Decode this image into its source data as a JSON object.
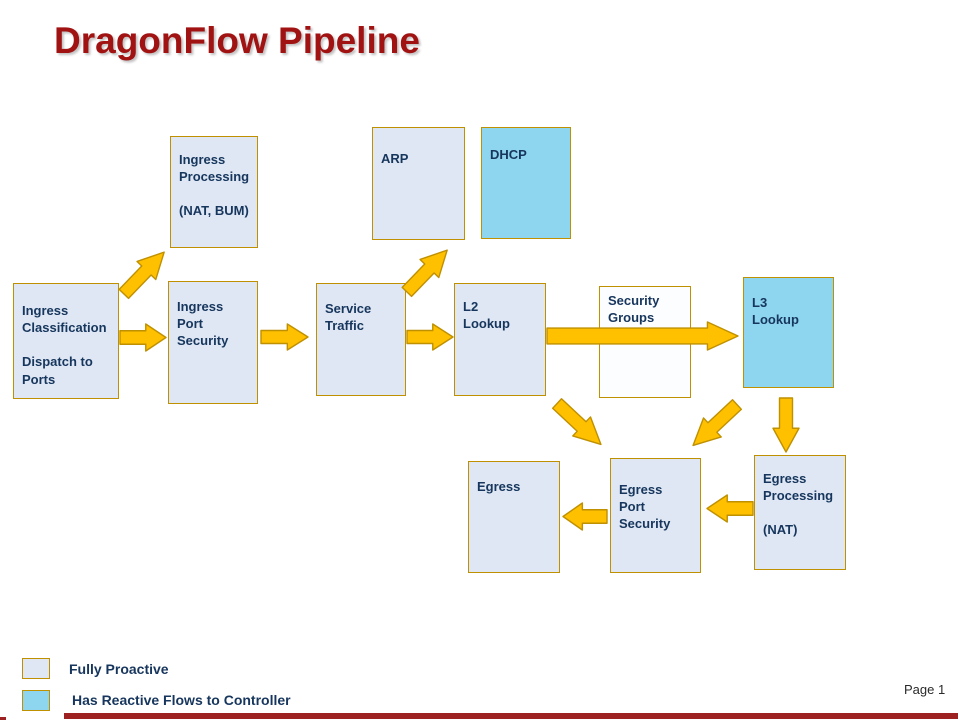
{
  "slide": {
    "title": "DragonFlow Pipeline",
    "page_label": "Page 1"
  },
  "nodes": {
    "ingress_processing": {
      "label": "Ingress\nProcessing\n\n(NAT, BUM)",
      "type": "proactive"
    },
    "arp": {
      "label": "ARP",
      "type": "proactive"
    },
    "dhcp": {
      "label": "DHCP",
      "type": "reactive"
    },
    "ingress_classification": {
      "label": "Ingress\nClassification\n\nDispatch  to\nPorts",
      "type": "proactive"
    },
    "ingress_port_security": {
      "label": "Ingress\nPort\nSecurity",
      "type": "proactive"
    },
    "service_traffic": {
      "label": "Service\nTraffic",
      "type": "proactive"
    },
    "l2_lookup": {
      "label": "L2\nLookup",
      "type": "proactive"
    },
    "security_groups": {
      "label": "Security\nGroups",
      "type": "proactive"
    },
    "l3_lookup": {
      "label": "L3\nLookup",
      "type": "reactive"
    },
    "egress": {
      "label": "Egress",
      "type": "proactive"
    },
    "egress_port_security": {
      "label": "Egress\nPort\nSecurity",
      "type": "proactive"
    },
    "egress_processing": {
      "label": "Egress\nProcessing\n\n(NAT)",
      "type": "proactive"
    }
  },
  "legend": {
    "proactive_label": "Fully Proactive",
    "reactive_label": "Has Reactive Flows to Controller"
  },
  "colors": {
    "title_text": "#A11212",
    "node_border": "#BF9000",
    "proactive_fill": "#DEE7F3",
    "reactive_fill": "#8ED5F0",
    "security_groups_fill": "#FCFDFF",
    "node_text": "#17365D",
    "arrow_fill": "#FFC000",
    "arrow_outline": "#BF9000",
    "footer_bar": "#9E2121"
  }
}
